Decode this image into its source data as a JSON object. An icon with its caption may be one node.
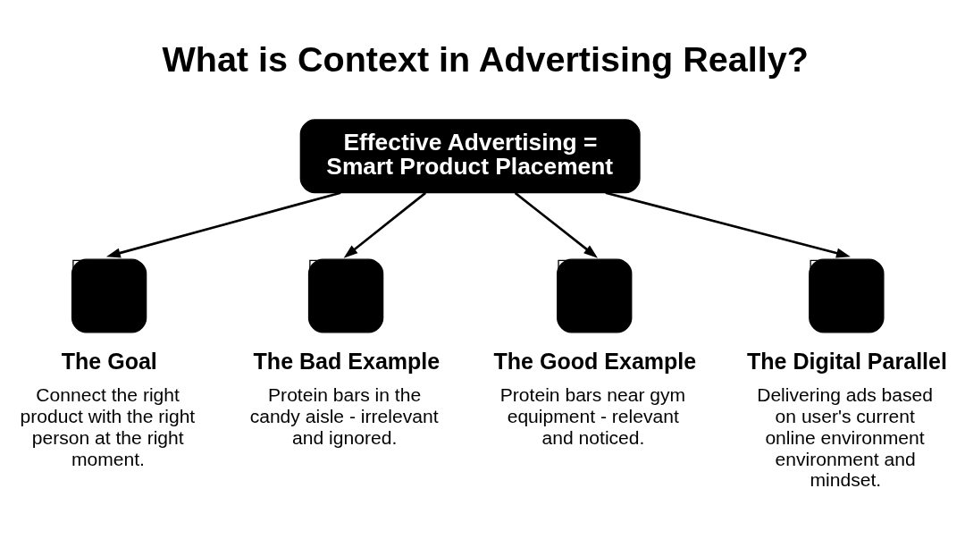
{
  "diagram": {
    "title": "What is Context in Advertising Really?",
    "nodes": [
      {
        "text": [
          "Effective Advertising = Smart Product Placement"
        ]
      },
      {
        "text": [
          "The Goal",
          "Connect the right product with the right person at the right moment."
        ]
      },
      {
        "text": [
          "The Bad Example",
          "Protein bars in the candy aisle - irrelevant and ignored."
        ]
      },
      {
        "text": [
          "The Good Example",
          "Protein bars near gym equipment - relevant and noticed."
        ]
      },
      {
        "text": [
          "The Digital Parallel",
          "Delivering ads based on user's current online environment environment and mindset."
        ]
      }
    ],
    "edges": [
      {
        "from": 0,
        "to": 1,
        "arrow": "to"
      },
      {
        "from": 0,
        "to": 2,
        "arrow": "to"
      },
      {
        "from": 0,
        "to": 3,
        "arrow": "to"
      },
      {
        "from": 0,
        "to": 4,
        "arrow": "to"
      }
    ]
  }
}
